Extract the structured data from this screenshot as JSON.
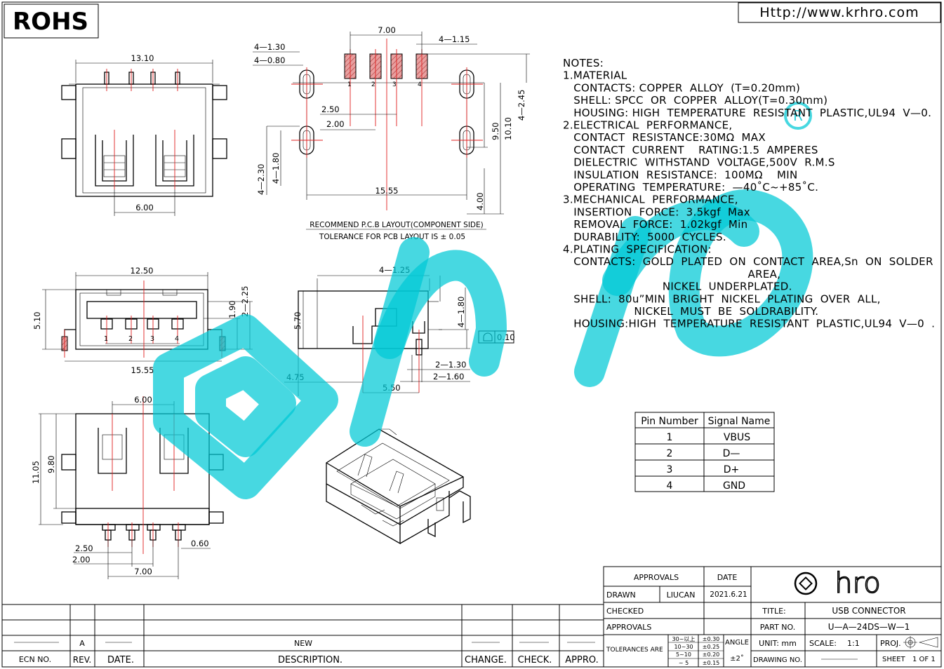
{
  "header": {
    "rohs": "ROHS",
    "url": "Http://www.krhro.com"
  },
  "pcb_layout": {
    "dims": {
      "d_7_00": "7.00",
      "d_4_1_15": "4—1.15",
      "d_4_1_30": "4—1.30",
      "d_4_0_80": "4—0.80",
      "d_2_50": "2.50",
      "d_2_00": "2.00",
      "d_15_55": "15.55",
      "d_4_2_30": "4—2.30",
      "d_4_1_80": "4—1.80",
      "d_9_50": "9.50",
      "d_10_10": "10.10",
      "d_4_2_45": "4—2.45",
      "d_4_00": "4.00"
    },
    "pins": [
      "1",
      "2",
      "3",
      "4"
    ],
    "caption_1": "RECOMMEND P.C.B LAYOUT(COMPONENT SIDE)",
    "caption_2": "TOLERANCE FOR PCB LAYOUT IS ± 0.05"
  },
  "top_view": {
    "d_13_10": "13.10",
    "d_6_00": "6.00"
  },
  "front_view": {
    "d_12_50": "12.50",
    "d_5_10": "5.10",
    "d_1_90": "1.90",
    "d_2_2_25": "2—2.25",
    "d_15_55": "15.55",
    "pins": [
      "1",
      "2",
      "3",
      "4"
    ]
  },
  "side_view": {
    "d_4_1_25": "4—1.25",
    "d_5_70": "5.70",
    "d_4_1_80": "4—1.80",
    "flatness": "0.10",
    "d_2_1_30": "2—1.30",
    "d_2_1_60": "2—1.60",
    "d_4_75": "4.75",
    "d_5_50": "5.50"
  },
  "bottom_view": {
    "d_6_00": "6.00",
    "d_11_05": "11.05",
    "d_9_80": "9.80",
    "d_2_50": "2.50",
    "d_2_00": "2.00",
    "d_7_00": "7.00",
    "d_0_60": "0.60"
  },
  "notes": [
    "NOTES:",
    "1.MATERIAL",
    "   CONTACTS: COPPER  ALLOY  (T=0.20mm)",
    "   SHELL: SPCC  OR  COPPER  ALLOY(T=0.30mm)",
    "   HOUSING: HIGH  TEMPERATURE  RESISTANT  PLASTIC,UL94  V—0.",
    "2.ELECTRICAL  PERFORMANCE,",
    "   CONTACT  RESISTANCE:30MΩ  MAX",
    "   CONTACT  CURRENT    RATING:1.5  AMPERES",
    "   DIELECTRIC  WITHSTAND  VOLTAGE,500V  R.M.S",
    "   INSULATION  RESISTANCE:  100MΩ    MIN",
    "   OPERATING  TEMPERATURE:  —40˚C~+85˚C.",
    "3.MECHANICAL  PERFORMANCE,",
    "   INSERTION  FORCE:  3.5kgf  Max",
    "   REMOVAL  FORCE:  1.02kgf  Min",
    "   DURABILITY:  5000  CYCLES.",
    "4.PLATING  SPECIFICATION:",
    "   CONTACTS:  GOLD  PLATED  ON  CONTACT  AREA,Sn  ON  SOLDER",
    "                                                    AREA,",
    "                            NICKEL  UNDERPLATED.",
    "   SHELL:  80u”MIN  BRIGHT  NICKEL  PLATING  OVER  ALL,",
    "                    NICKEL  MUST  BE  SOLDRABILITY.",
    "   HOUSING:HIGH  TEMPERATURE  RESISTANT  PLASTIC,UL94  V—0  ."
  ],
  "pin_table": {
    "headers": [
      "Pin  Number",
      "Signal  Name"
    ],
    "rows": [
      [
        "1",
        "VBUS"
      ],
      [
        "2",
        "D—"
      ],
      [
        "3",
        "D+"
      ],
      [
        "4",
        "GND"
      ]
    ]
  },
  "revision_block": {
    "row": {
      "rev": "A",
      "description": "NEW"
    },
    "headers": {
      "ecn": "ECN  NO.",
      "rev": "REV.",
      "date": "DATE.",
      "description": "DESCRIPTION.",
      "change": "CHANGE.",
      "check": "CHECK.",
      "appro": "APPRO."
    }
  },
  "title_block": {
    "approvals": "APPROVALS",
    "date": "DATE",
    "drawn": "DRAWN",
    "drawn_by": "LIUCAN",
    "drawn_date": "2021.6.21",
    "checked": "CHECKED",
    "approvals2": "APPROVALS",
    "tolerances_label": "TOLERANCES  ARE",
    "tol_ranges": [
      "30~以上",
      "10~30",
      "5~10",
      "~ 5"
    ],
    "tol_values": [
      "±0.30",
      "±0.25",
      "±0.20",
      "±0.15"
    ],
    "angle_label": "ANGLE",
    "angle_value": "±2˚",
    "logo": "hro",
    "title_label": "TITLE:",
    "title_value": "USB  CONNECTOR",
    "part_label": "PART  NO.",
    "part_value": "U—A—24DS—W—1",
    "unit_label": "UNIT:  mm",
    "scale_label": "SCALE:",
    "scale_value": "1:1",
    "proj_label": "PROJ.",
    "drawing_no_label": "DRAWING  NO.",
    "sheet_label": "SHEET",
    "sheet_value": "1  OF  1"
  },
  "colors": {
    "watermark": "#00c9d6",
    "centerline": "#e02020",
    "line": "#000000"
  }
}
